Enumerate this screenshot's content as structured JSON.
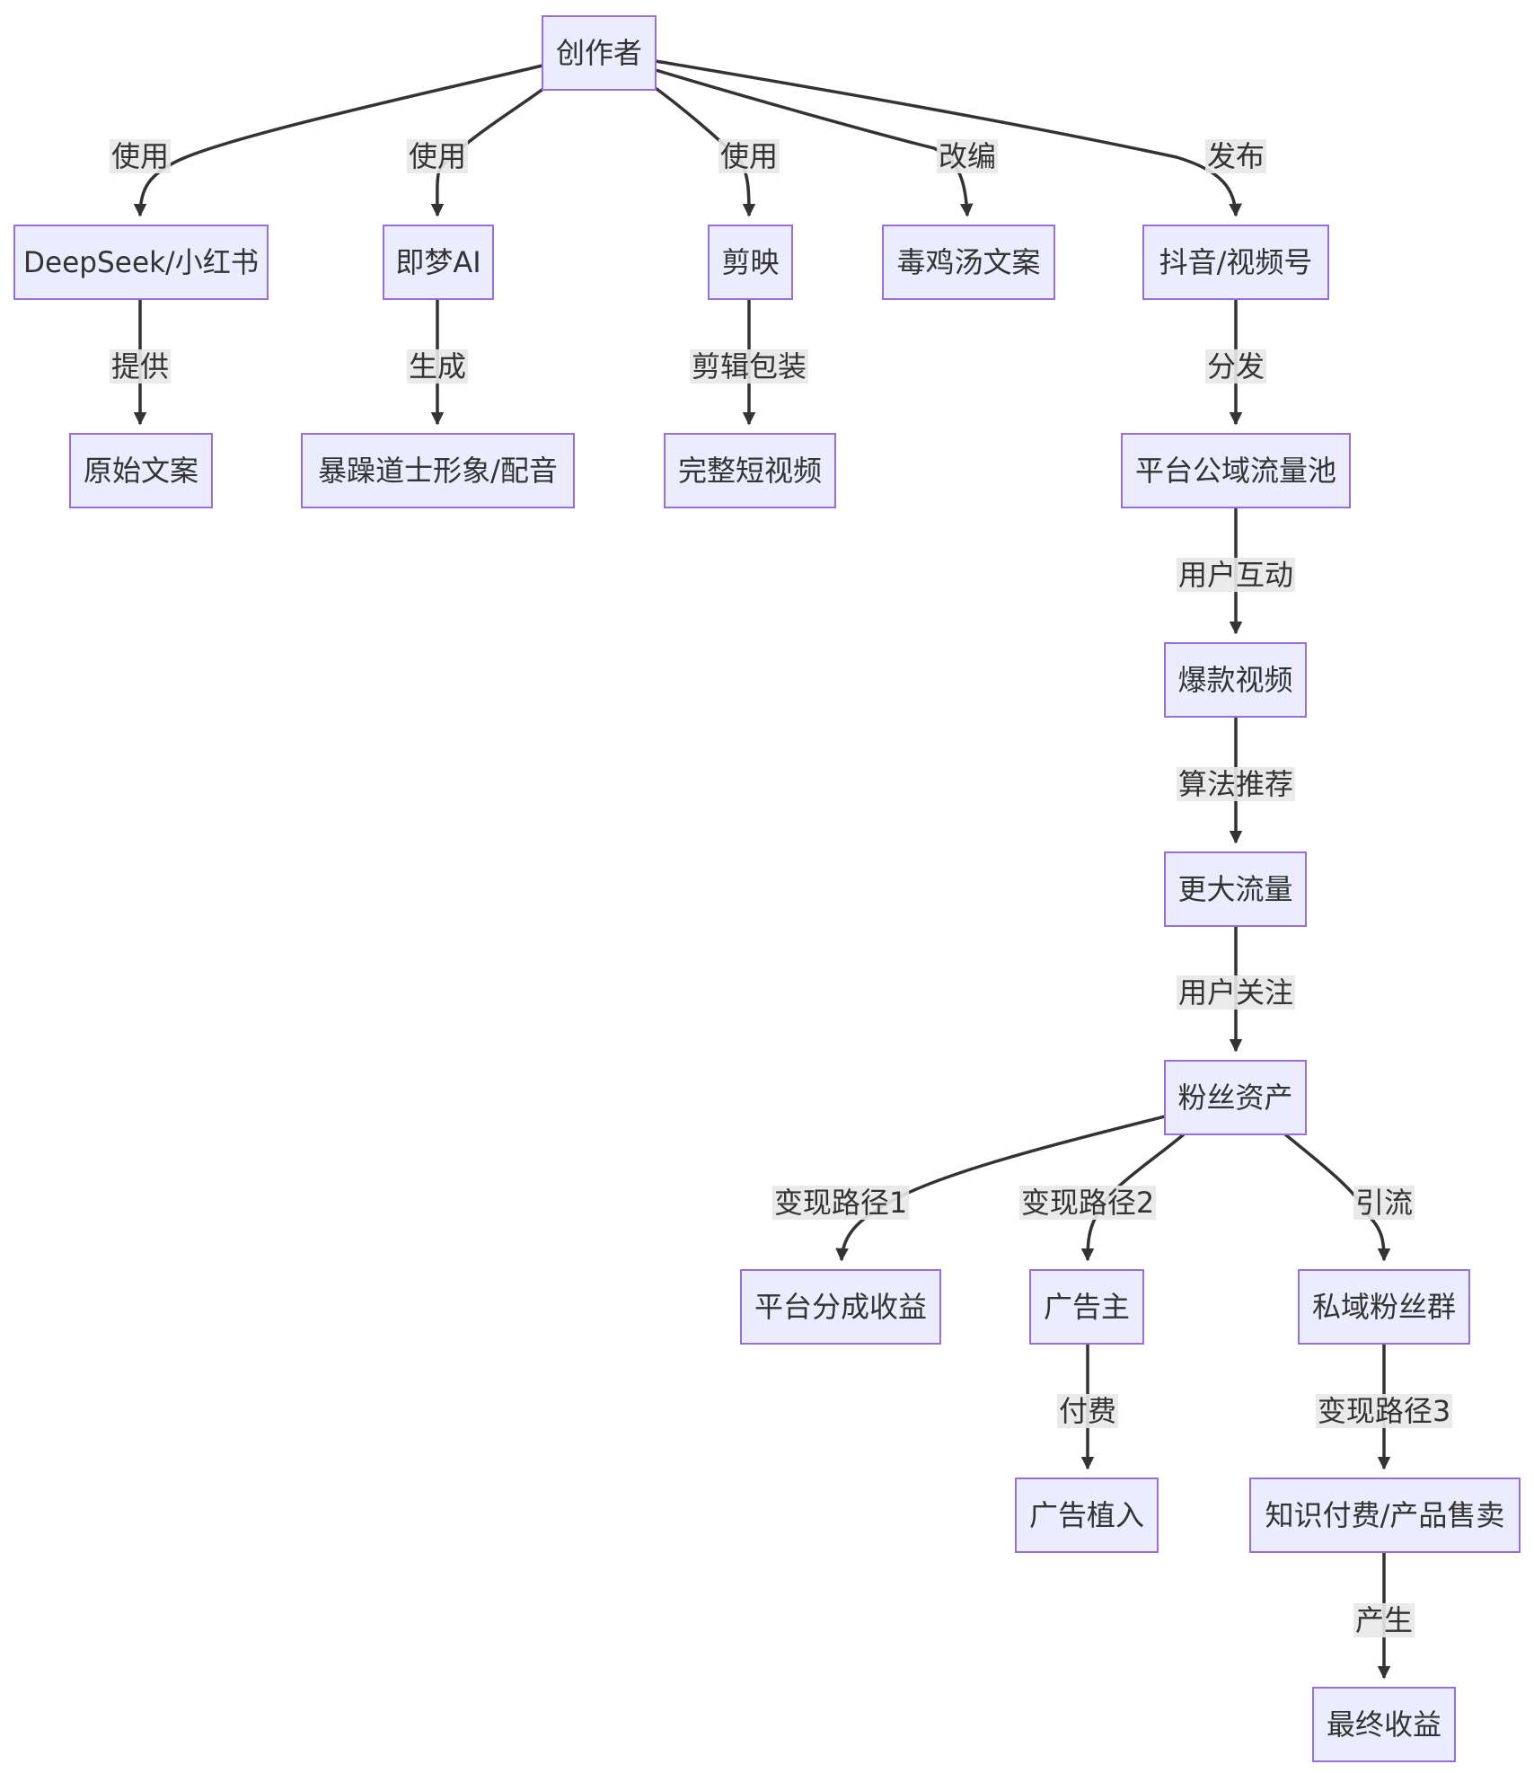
{
  "diagram": {
    "nodes": [
      {
        "id": "creator",
        "label": "创作者"
      },
      {
        "id": "deepseek",
        "label": "DeepSeek/小红书"
      },
      {
        "id": "jimeng",
        "label": "即梦AI"
      },
      {
        "id": "jianying",
        "label": "剪映"
      },
      {
        "id": "copywriting",
        "label": "毒鸡汤文案"
      },
      {
        "id": "douyin",
        "label": "抖音/视频号"
      },
      {
        "id": "raw_copy",
        "label": "原始文案"
      },
      {
        "id": "taoist",
        "label": "暴躁道士形象/配音"
      },
      {
        "id": "full_video",
        "label": "完整短视频"
      },
      {
        "id": "traffic_pool",
        "label": "平台公域流量池"
      },
      {
        "id": "viral",
        "label": "爆款视频"
      },
      {
        "id": "more_traffic",
        "label": "更大流量"
      },
      {
        "id": "fans",
        "label": "粉丝资产"
      },
      {
        "id": "revenue_share",
        "label": "平台分成收益"
      },
      {
        "id": "advertiser",
        "label": "广告主"
      },
      {
        "id": "private_group",
        "label": "私域粉丝群"
      },
      {
        "id": "ad_placement",
        "label": "广告植入"
      },
      {
        "id": "knowledge",
        "label": "知识付费/产品售卖"
      },
      {
        "id": "final_revenue",
        "label": "最终收益"
      }
    ],
    "edges": [
      {
        "from": "creator",
        "to": "deepseek",
        "label": "使用"
      },
      {
        "from": "creator",
        "to": "jimeng",
        "label": "使用"
      },
      {
        "from": "creator",
        "to": "jianying",
        "label": "使用"
      },
      {
        "from": "creator",
        "to": "copywriting",
        "label": "改编"
      },
      {
        "from": "creator",
        "to": "douyin",
        "label": "发布"
      },
      {
        "from": "deepseek",
        "to": "raw_copy",
        "label": "提供"
      },
      {
        "from": "jimeng",
        "to": "taoist",
        "label": "生成"
      },
      {
        "from": "jianying",
        "to": "full_video",
        "label": "剪辑包装"
      },
      {
        "from": "douyin",
        "to": "traffic_pool",
        "label": "分发"
      },
      {
        "from": "traffic_pool",
        "to": "viral",
        "label": "用户互动"
      },
      {
        "from": "viral",
        "to": "more_traffic",
        "label": "算法推荐"
      },
      {
        "from": "more_traffic",
        "to": "fans",
        "label": "用户关注"
      },
      {
        "from": "fans",
        "to": "revenue_share",
        "label": "变现路径1"
      },
      {
        "from": "fans",
        "to": "advertiser",
        "label": "变现路径2"
      },
      {
        "from": "fans",
        "to": "private_group",
        "label": "引流"
      },
      {
        "from": "advertiser",
        "to": "ad_placement",
        "label": "付费"
      },
      {
        "from": "private_group",
        "to": "knowledge",
        "label": "变现路径3"
      },
      {
        "from": "knowledge",
        "to": "final_revenue",
        "label": "产生"
      }
    ]
  }
}
